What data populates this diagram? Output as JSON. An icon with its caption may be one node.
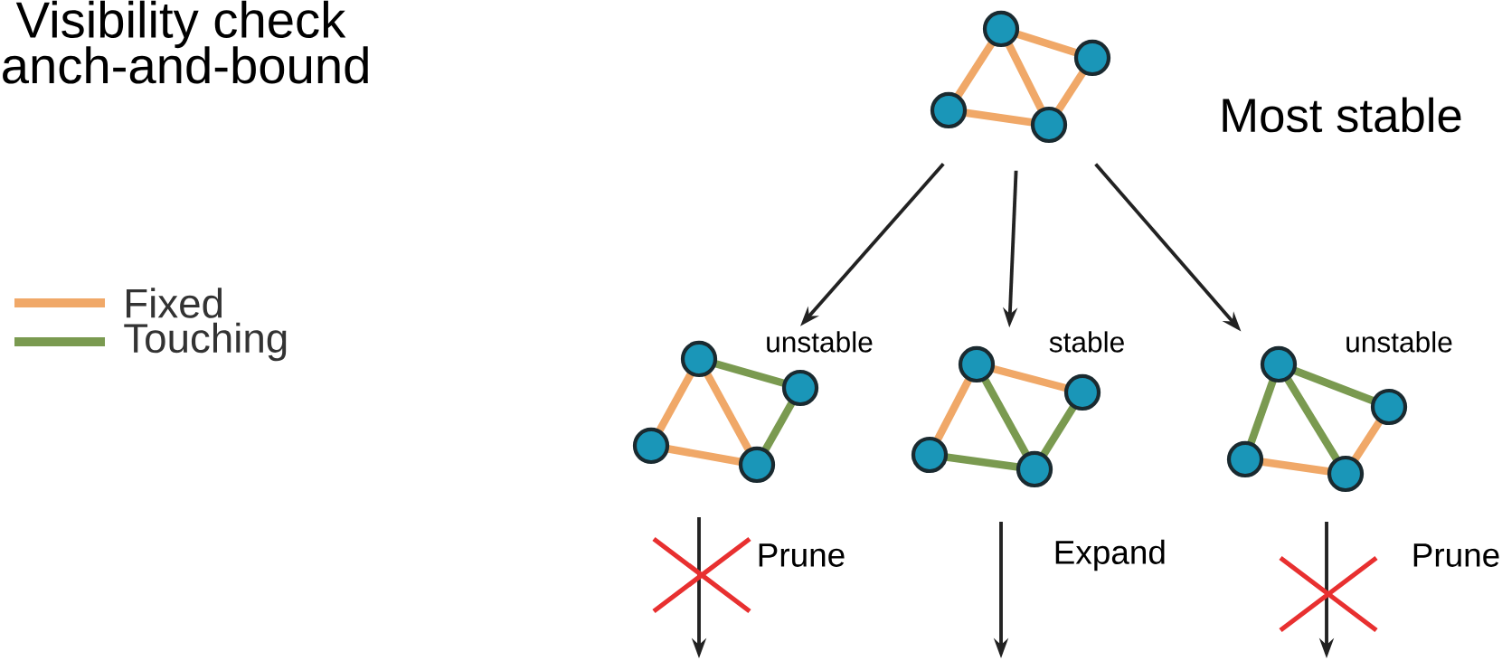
{
  "diagram": {
    "nodes": [
      {
        "text": [],
        "shape": "graph",
        "beside": [
          "Most stable"
        ]
      },
      {
        "text": [],
        "shape": "graph",
        "beside": [
          "unstable"
        ]
      },
      {
        "text": [],
        "shape": "graph",
        "beside": [
          "stable"
        ]
      },
      {
        "text": [],
        "shape": "graph",
        "beside": [
          "unstable"
        ]
      }
    ],
    "edges": [
      {
        "from": 0,
        "to": 1,
        "arrow": "to"
      },
      {
        "from": 0,
        "to": 2,
        "arrow": "to"
      },
      {
        "from": 0,
        "to": 3,
        "arrow": "to"
      }
    ],
    "labels": [
      "Visibility check",
      "anch-and-bound",
      "Prune",
      "Expand",
      "Prune"
    ],
    "legend": [
      {
        "text": "Fixed",
        "color": "#f0a868"
      },
      {
        "text": "Touching",
        "color": "#7a9a50"
      }
    ]
  }
}
